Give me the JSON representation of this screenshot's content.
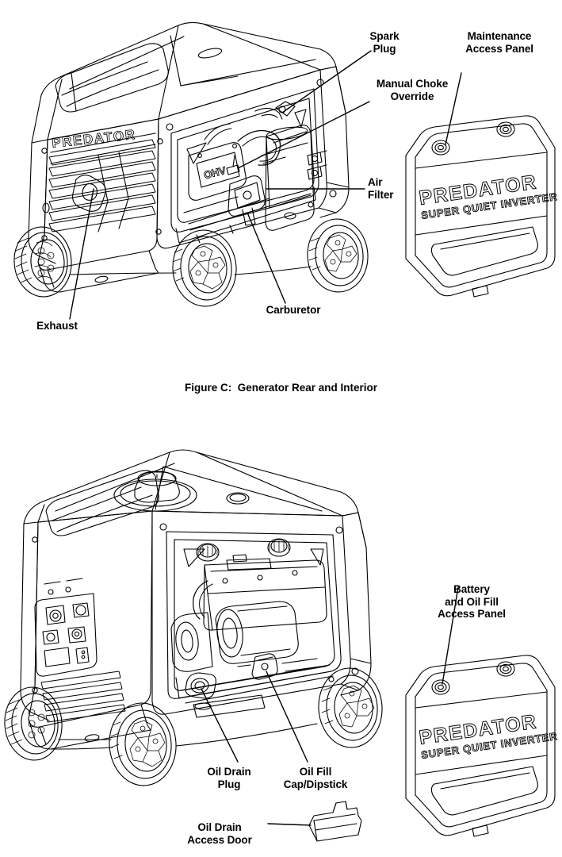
{
  "document": {
    "type": "technical-manual-illustration",
    "caption": "Figure C:  Generator Rear and Interior",
    "line_color": "#000000",
    "background": "#ffffff"
  },
  "figure_top": {
    "name": "generator-rear-interior-view",
    "labels": [
      {
        "id": "spark-plug",
        "text": "Spark\nPlug",
        "align": "center"
      },
      {
        "id": "manual-choke",
        "text": "Manual Choke\nOverride",
        "align": "center"
      },
      {
        "id": "maintenance",
        "text": "Maintenance\nAccess Panel",
        "align": "center"
      },
      {
        "id": "air-filter",
        "text": "Air\nFilter",
        "align": "left"
      },
      {
        "id": "carburetor",
        "text": "Carburetor",
        "align": "center"
      },
      {
        "id": "exhaust",
        "text": "Exhaust",
        "align": "center"
      }
    ],
    "brand_badge": "PREDATOR"
  },
  "figure_bottom": {
    "name": "generator-front-interior-view",
    "labels": [
      {
        "id": "battery-oil-panel",
        "text": "Battery\nand Oil Fill\nAccess Panel",
        "align": "center"
      },
      {
        "id": "oil-drain-plug",
        "text": "Oil Drain\nPlug",
        "align": "center"
      },
      {
        "id": "oil-fill-cap",
        "text": "Oil Fill\nCap/Dipstick",
        "align": "center"
      },
      {
        "id": "oil-drain-door",
        "text": "Oil Drain\nAccess Door",
        "align": "center"
      }
    ]
  },
  "access_panel": {
    "brand": "PREDATOR",
    "tagline": "SUPER QUIET INVERTER"
  }
}
